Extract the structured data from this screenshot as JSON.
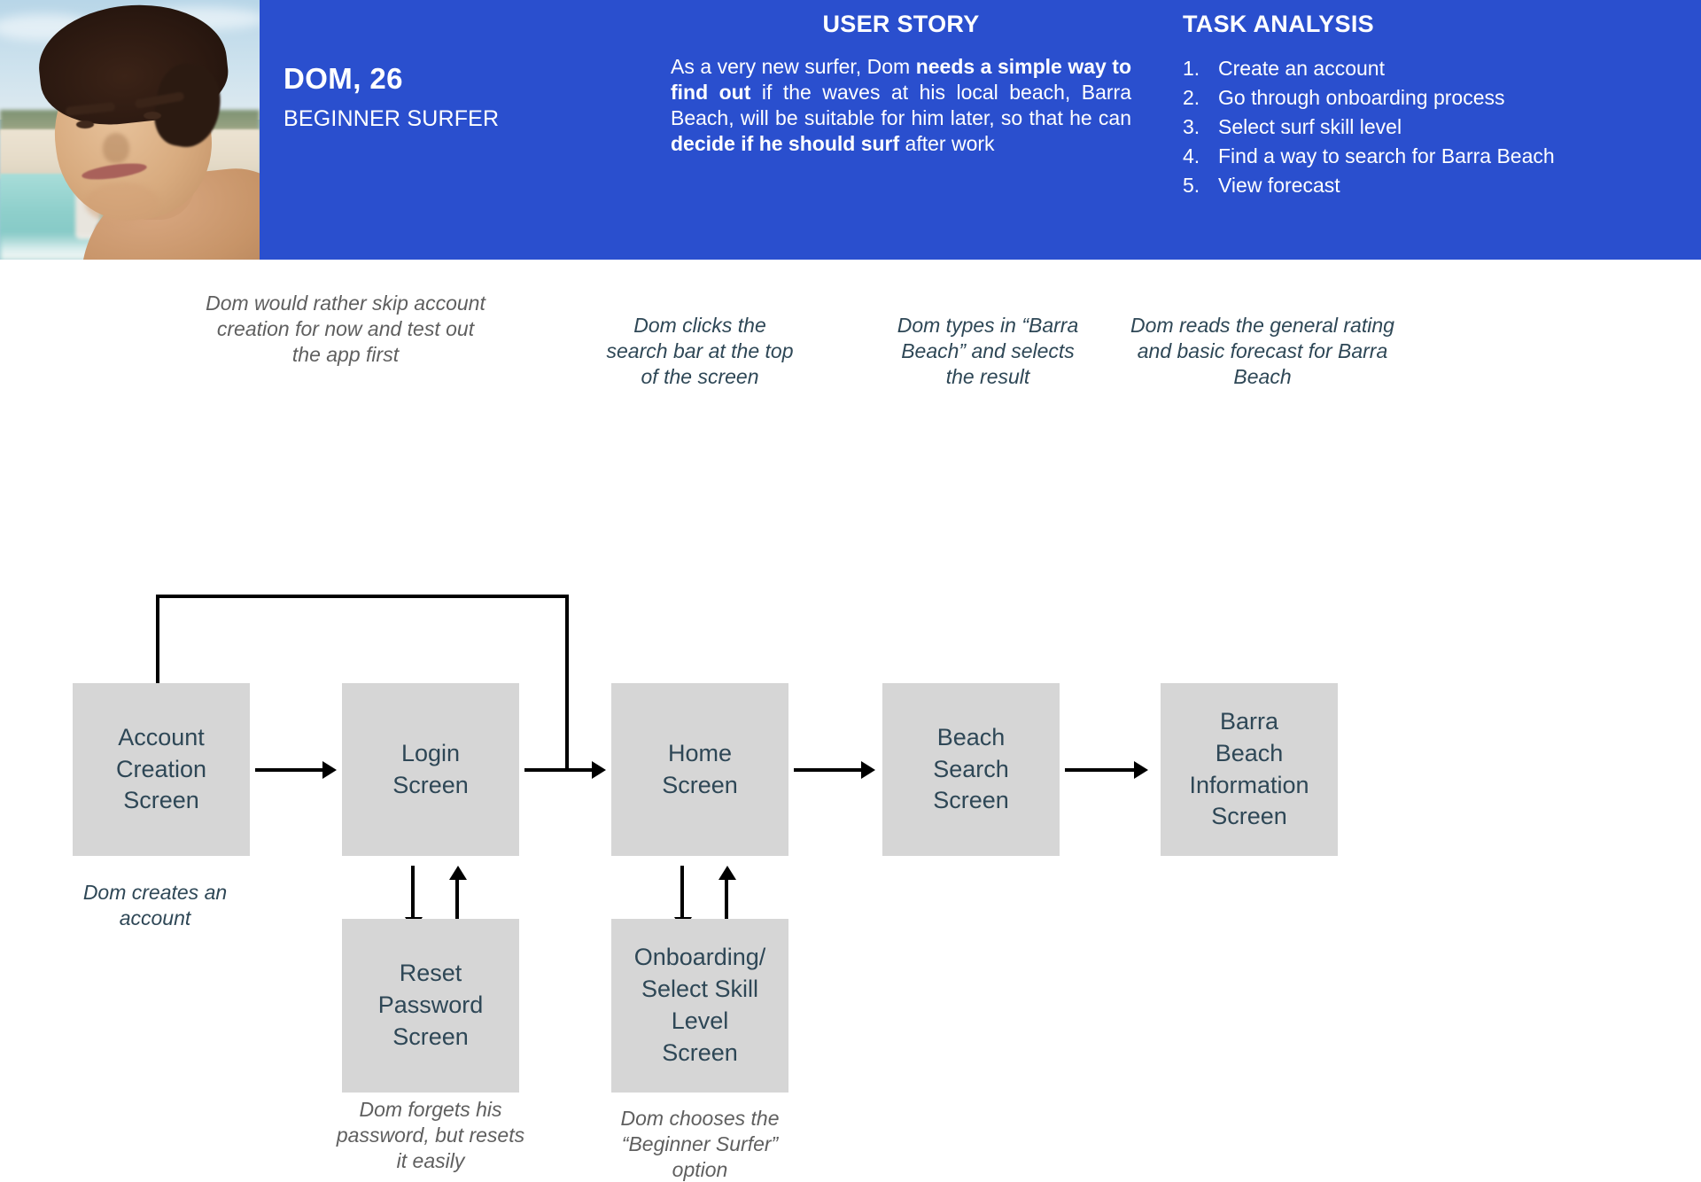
{
  "header": {
    "persona": {
      "name": "DOM, 26",
      "role": "BEGINNER SURFER",
      "photo_alt": "surfer-portrait-beach"
    },
    "user_story": {
      "title": "USER STORY",
      "segments": [
        {
          "text": "As a very new surfer, Dom ",
          "bold": false
        },
        {
          "text": "needs a simple way to find out",
          "bold": true
        },
        {
          "text": " if the waves at his local beach, Barra Beach, will be suitable for him later, so that he can ",
          "bold": false
        },
        {
          "text": "decide if he should surf",
          "bold": true
        },
        {
          "text": " after work",
          "bold": false
        }
      ],
      "plain": "As a very new surfer, Dom needs a simple way to find out if the waves at his local beach, Barra Beach, will be suitable for him later, so that he can decide if he should surf after work"
    },
    "task_analysis": {
      "title": "TASK ANALYSIS",
      "items": [
        {
          "num": "1.",
          "label": "Create an account"
        },
        {
          "num": "2.",
          "label": "Go through onboarding process"
        },
        {
          "num": "3.",
          "label": "Select surf skill level"
        },
        {
          "num": "4.",
          "label": "Find a way to search for Barra Beach"
        },
        {
          "num": "5.",
          "label": "View forecast"
        }
      ]
    }
  },
  "flow": {
    "boxes": [
      {
        "id": "account-creation",
        "label": "Account\nCreation\nScreen"
      },
      {
        "id": "login",
        "label": "Login\nScreen"
      },
      {
        "id": "home",
        "label": "Home\nScreen"
      },
      {
        "id": "beach-search",
        "label": "Beach\nSearch\nScreen"
      },
      {
        "id": "barra-info",
        "label": "Barra\nBeach\nInformation\nScreen"
      },
      {
        "id": "reset-password",
        "label": "Reset\nPassword\nScreen"
      },
      {
        "id": "onboarding",
        "label": "Onboarding/\nSelect Skill\nLevel\nScreen"
      }
    ],
    "annotations": [
      {
        "id": "skip-account",
        "text": "Dom would rather skip account creation for now and test out the app first"
      },
      {
        "id": "click-search-bar",
        "text": "Dom clicks the search bar at the top of the screen"
      },
      {
        "id": "types-barra",
        "text": "Dom types in “Barra Beach” and selects the result"
      },
      {
        "id": "reads-rating",
        "text": "Dom reads the general rating and basic forecast for Barra Beach"
      },
      {
        "id": "creates-account",
        "text": "Dom creates an account"
      },
      {
        "id": "forgets-password",
        "text": "Dom forgets his password, but resets it easily"
      },
      {
        "id": "chooses-beginner",
        "text": "Dom chooses the “Beginner Surfer” option"
      }
    ]
  },
  "colors": {
    "brand_blue": "#2a4fce",
    "box_gray": "#d6d6d6",
    "text_slate": "#2e4756",
    "annot_gray": "#5f5f5f",
    "connector_black": "#000000",
    "page_bg": "#ffffff"
  }
}
